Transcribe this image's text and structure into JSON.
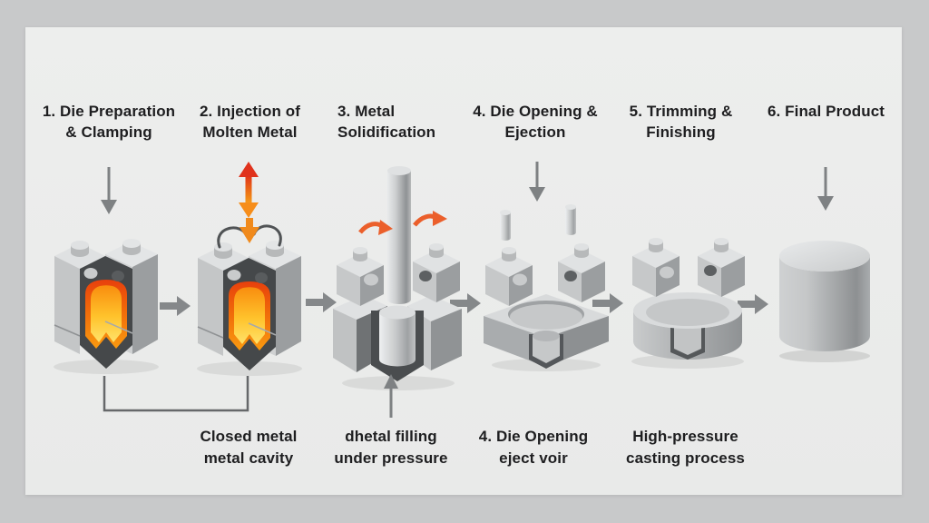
{
  "palette": {
    "background": "#c8c9ca",
    "card": "#ebeceb",
    "text": "#1e1e20",
    "flow_arrow_gray": "#7e8183",
    "bracket_line": "#66686a",
    "die_light": "#dfe1e2",
    "die_mid": "#c4c6c7",
    "die_cut_dark": "#45484a",
    "molten_red": "#e8400c",
    "molten_orange": "#f4740c",
    "molten_yellow": "#ffc32c",
    "accent_orange": "#eb5f2b"
  },
  "steps": [
    {
      "title": "1. Die Preparation\n& Clamping",
      "icon": "closed-die-molten-cavity-icon"
    },
    {
      "title": "2. Injection of\nMolten Metal",
      "icon": "die-molten-injection-icon"
    },
    {
      "title": "3. Metal\nSolidification",
      "icon": "die-plunger-press-icon"
    },
    {
      "title": "4. Die Opening &\nEjection",
      "icon": "open-die-ejector-pins-icon"
    },
    {
      "title": "5. Trimming &\nFinishing",
      "icon": "trimming-die-icon"
    },
    {
      "title": "6. Final Product",
      "icon": "cast-cylinder-icon"
    }
  ],
  "captions": [
    "Closed metal\nmetal cavity",
    "dhetal filling\nunder pressure",
    "4. Die Opening\neject voir",
    "High-pressure\ncasting process"
  ],
  "flow_icons": {
    "between_steps": "flow-arrow-right-icon",
    "step1_top": "arrow-down-icon",
    "step2_top": "double-arrow-vertical-orange-icon",
    "step4_top": "arrow-down-icon",
    "step6_top": "arrow-down-icon",
    "step3_bottom": "arrow-up-icon",
    "step1_bottom": "bracket-connector-line"
  }
}
